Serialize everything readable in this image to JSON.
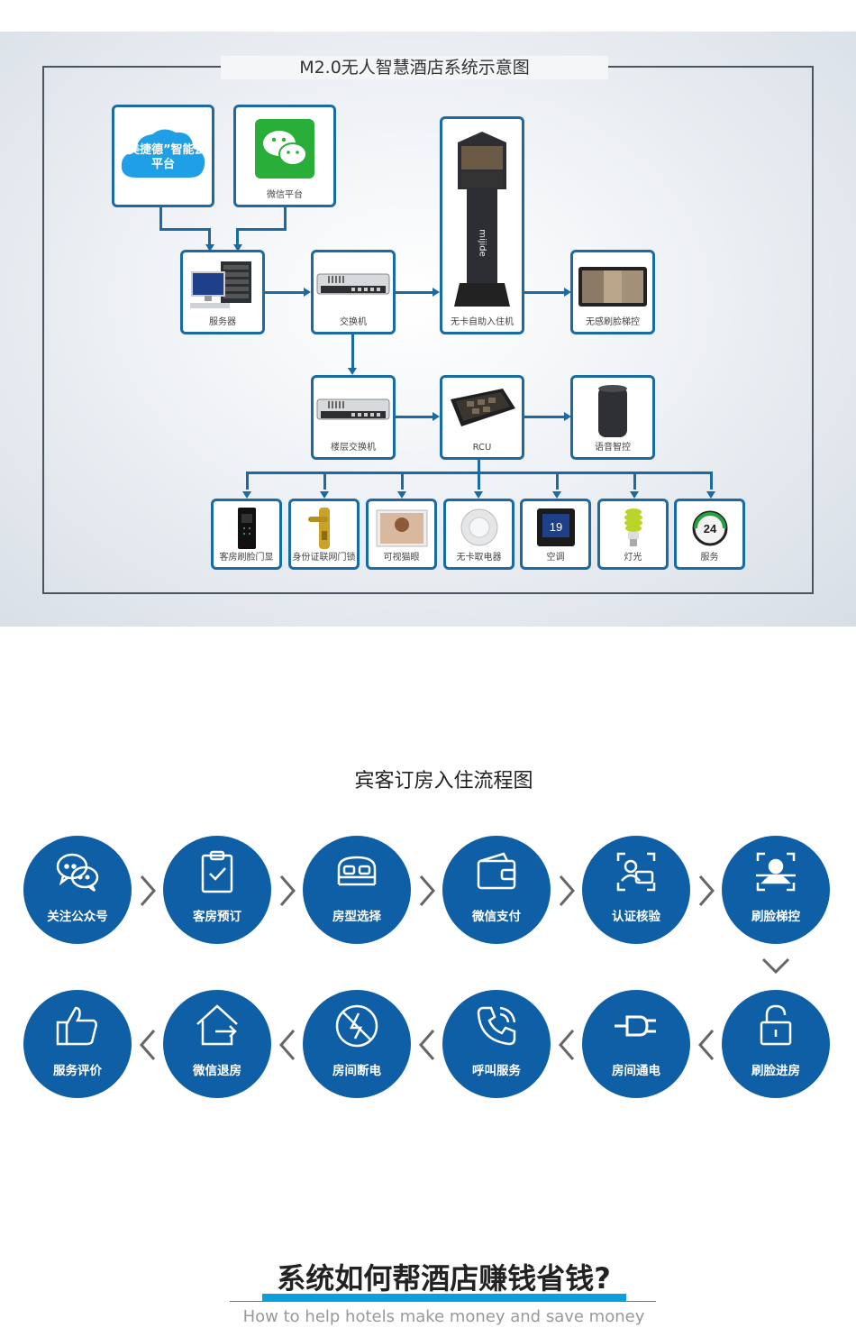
{
  "system": {
    "title": "M2.0无人智慧酒店系统示意图",
    "cloud_text": "“美捷德”智能云平台",
    "nodes": {
      "wechat": "微信平台",
      "server": "服务器",
      "switch": "交换机",
      "kiosk": "无卡自助入住机",
      "kiosk_brand": "mijide",
      "face_elevator": "无感刷脸梯控",
      "floor_switch": "楼层交换机",
      "rcu": "RCU",
      "voice": "语音智控",
      "d1": "客房刷脸门显",
      "d2": "身份证联网门锁",
      "d3": "可视猫眼",
      "d4": "无卡取电器",
      "d5": "空调",
      "d6": "灯光",
      "d7": "服务"
    },
    "thermo_value": "19",
    "service_badge": "24"
  },
  "flow": {
    "title": "宾客订房入住流程图",
    "steps": [
      "关注公众号",
      "客房预订",
      "房型选择",
      "微信支付",
      "认证核验",
      "刷脸梯控",
      "刷脸进房",
      "房间通电",
      "呼叫服务",
      "房间断电",
      "微信退房",
      "服务评价"
    ],
    "icons": [
      "chat-icon",
      "clipboard-check-icon",
      "bed-icon",
      "wallet-icon",
      "id-card-icon",
      "face-scan-icon",
      "unlock-icon",
      "plug-icon",
      "phone-call-icon",
      "no-power-icon",
      "exit-home-icon",
      "thumbs-up-icon"
    ],
    "accent": "#0e5fa6"
  },
  "bottom": {
    "heading": "系统如何帮酒店赚钱省钱?",
    "subheading": "How to help hotels make money and save money",
    "accent": "#0aa0dc"
  }
}
